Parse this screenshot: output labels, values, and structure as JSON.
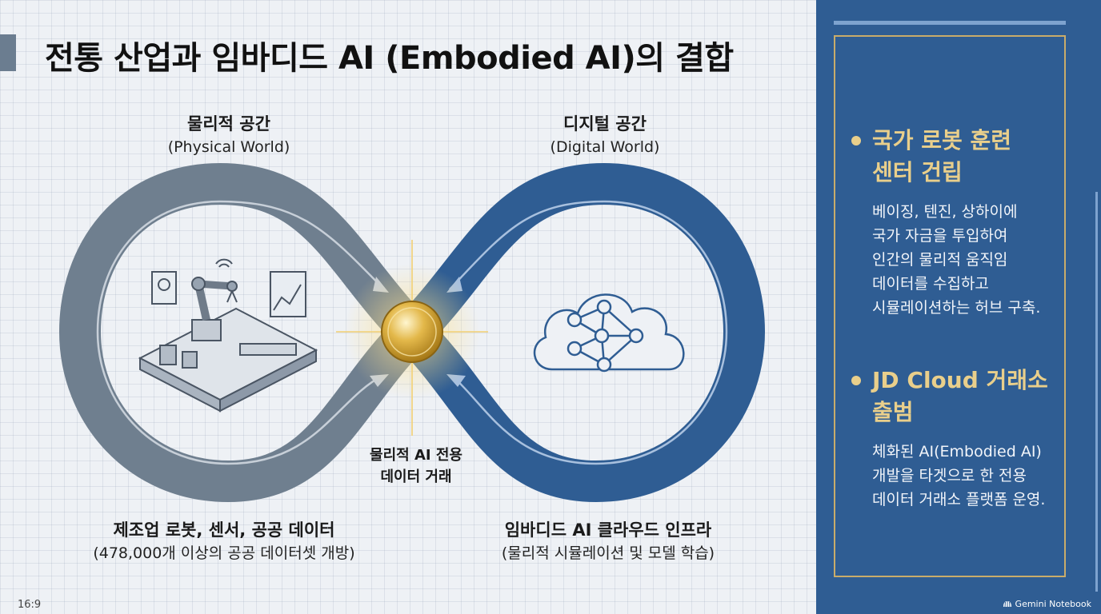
{
  "title": "전통 산업과 임바디드 AI (Embodied AI)의 결합",
  "left": {
    "heading": "물리적 공간",
    "subheading": "(Physical World)",
    "bottom_main": "제조업 로봇, 센서, 공공 데이터",
    "bottom_sub": "(478,000개 이상의 공공 데이터셋 개방)"
  },
  "right": {
    "heading": "디지털 공간",
    "subheading": "(Digital World)",
    "bottom_main": "임바디드 AI 클라우드 인프라",
    "bottom_sub": "(물리적 시뮬레이션 및 모델 학습)"
  },
  "center": {
    "line1": "물리적 AI 전용",
    "line2": "데이터 거래"
  },
  "aspect_label": "16:9",
  "panel": {
    "items": [
      {
        "title_lines": [
          "국가 로봇 훈련",
          "센터 건립"
        ],
        "desc_lines": [
          "베이징, 텐진, 상하이에",
          "국가 자금을 투입하여",
          "인간의 물리적 움직임",
          "데이터를 수집하고",
          "시뮬레이션하는 허브 구축."
        ]
      },
      {
        "title_lines": [
          "JD Cloud 거래소",
          "출범"
        ],
        "desc_lines": [
          "체화된 AI(Embodied AI)",
          "개발을 타겟으로 한 전용",
          "데이터 거래소 플랫폼 운영."
        ]
      }
    ]
  },
  "brand": "Gemini Notebook",
  "colors": {
    "physical_loop": "#6f7f8f",
    "digital_loop": "#2f5d93",
    "panel_bg": "#2f5d93",
    "accent_gold": "#e9cf8b"
  },
  "icons": {
    "left_illustration": "robot-arm-factory-icon",
    "right_illustration": "cloud-neural-network-icon",
    "center": "gold-coin-icon"
  }
}
